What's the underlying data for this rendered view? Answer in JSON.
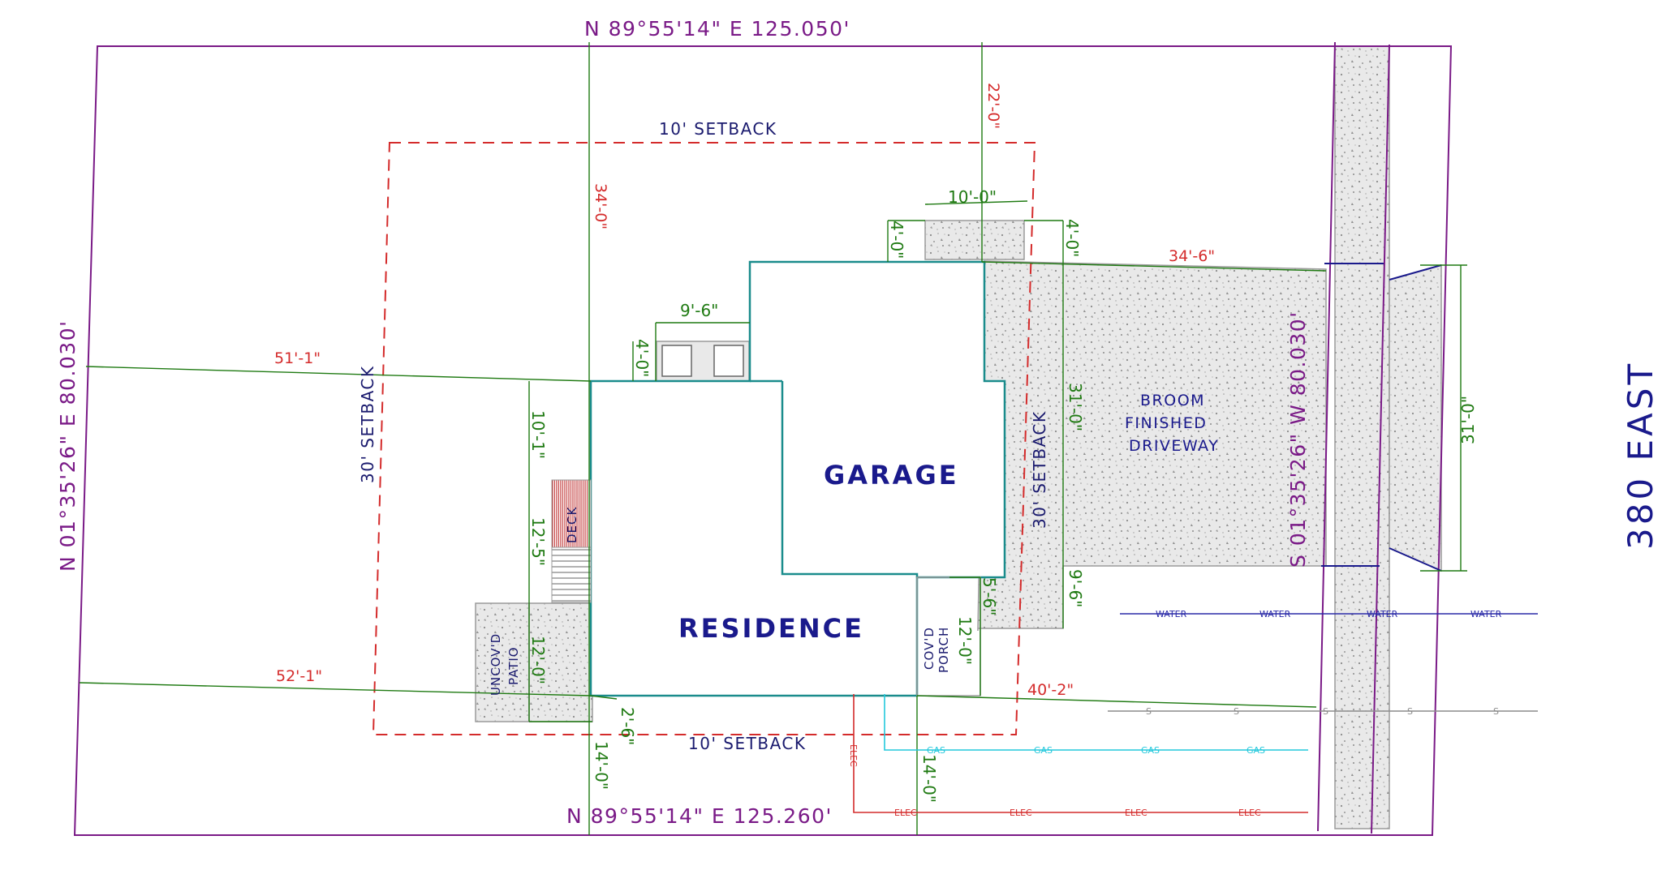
{
  "bearings": {
    "north": "N 89°55'14\" E 125.050'",
    "south": "N 89°55'14\" E 125.260'",
    "west": "N 01°35'26\" E 80.030'",
    "east": "S 01°35'26\" W 80.030'"
  },
  "setbacks": {
    "top": "10' SETBACK",
    "bottom": "10' SETBACK",
    "left": "30' SETBACK",
    "right": "30' SETBACK"
  },
  "labels": {
    "garage": "GARAGE",
    "residence": "RESIDENCE",
    "driveway_1": "BROOM",
    "driveway_2": "FINISHED",
    "driveway_3": "DRIVEWAY",
    "deck": "DECK",
    "patio_1": "UNCOV'D",
    "patio_2": "PATIO",
    "porch_1": "COV'D",
    "porch_2": "PORCH",
    "street": "380 EAST"
  },
  "dimensions": {
    "d_22_0": "22'-0\"",
    "d_34_0": "34'-0\"",
    "d_10_0": "10'-0\"",
    "d_4_0_a": "4'-0\"",
    "d_4_0_b": "4'-0\"",
    "d_34_6": "34'-6\"",
    "d_9_6": "9'-6\"",
    "d_4_0_c": "4'-0\"",
    "d_51_1": "51'-1\"",
    "d_10_1": "10'-1\"",
    "d_12_5": "12'-5\"",
    "d_12_0_a": "12'-0\"",
    "d_52_1": "52'-1\"",
    "d_2_6": "2'-6\"",
    "d_14_0_a": "14'-0\"",
    "d_14_0_b": "14'-0\"",
    "d_5_6": "5'-6\"",
    "d_12_0_b": "12'-0\"",
    "d_40_2": "40'-2\"",
    "d_31_0_a": "31'-0\"",
    "d_31_0_b": "31'-0\"",
    "d_9_6_b": "9'-6\""
  },
  "utilities": {
    "water": "WATER",
    "gas": "GAS",
    "elec": "ELEC",
    "sewer": "S"
  },
  "colors": {
    "property_line": "#7a1a87",
    "building": "#1a8c8c",
    "dimension": "#1f7a12",
    "setback_line": "#d42b2b",
    "water": "#2a2aa8",
    "gas": "#22c8dc",
    "elec": "#d42b2b",
    "sewer": "#8c8c8c"
  }
}
